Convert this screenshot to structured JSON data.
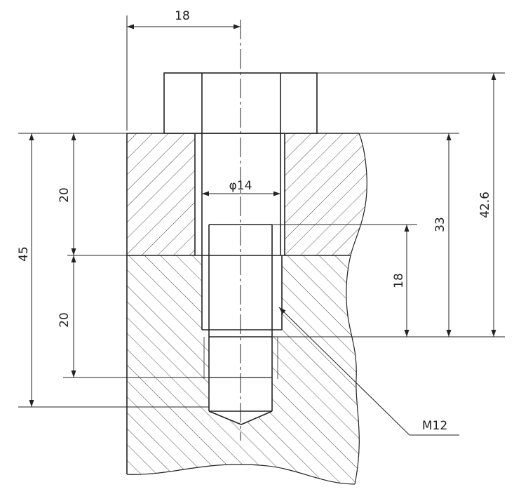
{
  "dimensions": {
    "bolt_head_width": "18",
    "clearance_hole_diameter": "φ14",
    "top_plate_thickness": "20",
    "lower_dim": "20",
    "total_depth": "45",
    "thread_length": "18",
    "hole_depth": "33",
    "overall_height": "42.6",
    "thread_callout": "M12"
  },
  "colors": {
    "line": "#222222",
    "background": "#ffffff"
  }
}
